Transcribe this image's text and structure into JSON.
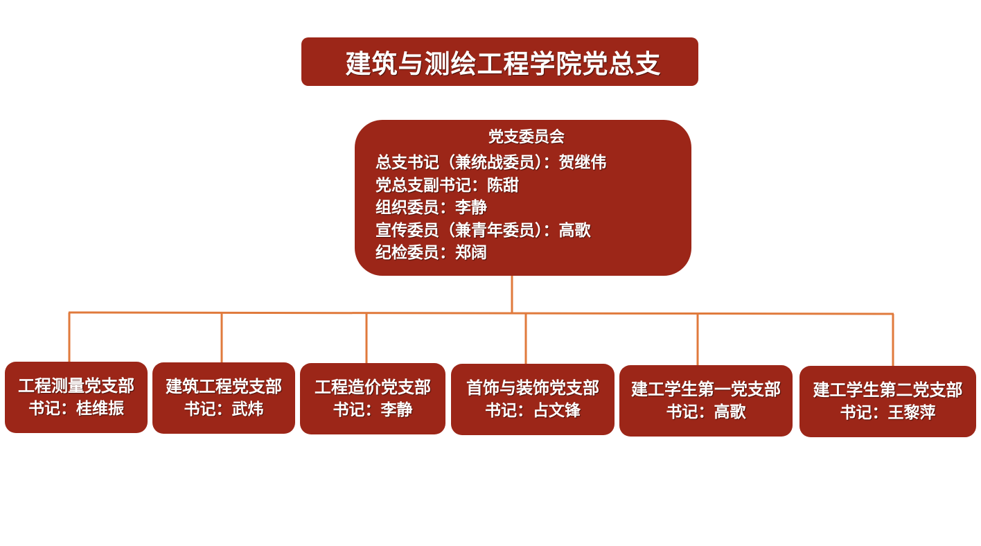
{
  "colors": {
    "box_fill": "#9c2618",
    "box_text": "#ffffff",
    "connector": "#e07a3c"
  },
  "title": "建筑与测绘工程学院党总支",
  "committee": {
    "heading": "党支委员会",
    "members": [
      "总支书记（兼统战委员）：贺继伟",
      "党总支副书记：陈甜",
      "组织委员：李静",
      "宣传委员（兼青年委员）：高歌",
      "纪检委员：郑阔"
    ]
  },
  "branches": [
    {
      "name": "工程测量党支部",
      "secretary": "书记：桂维振"
    },
    {
      "name": "建筑工程党支部",
      "secretary": "书记：武炜"
    },
    {
      "name": "工程造价党支部",
      "secretary": "书记：李静"
    },
    {
      "name": "首饰与装饰党支部",
      "secretary": "书记：占文锋"
    },
    {
      "name": "建工学生第一党支部",
      "secretary": "书记：高歌"
    },
    {
      "name": "建工学生第二党支部",
      "secretary": "书记：王黎萍"
    }
  ]
}
